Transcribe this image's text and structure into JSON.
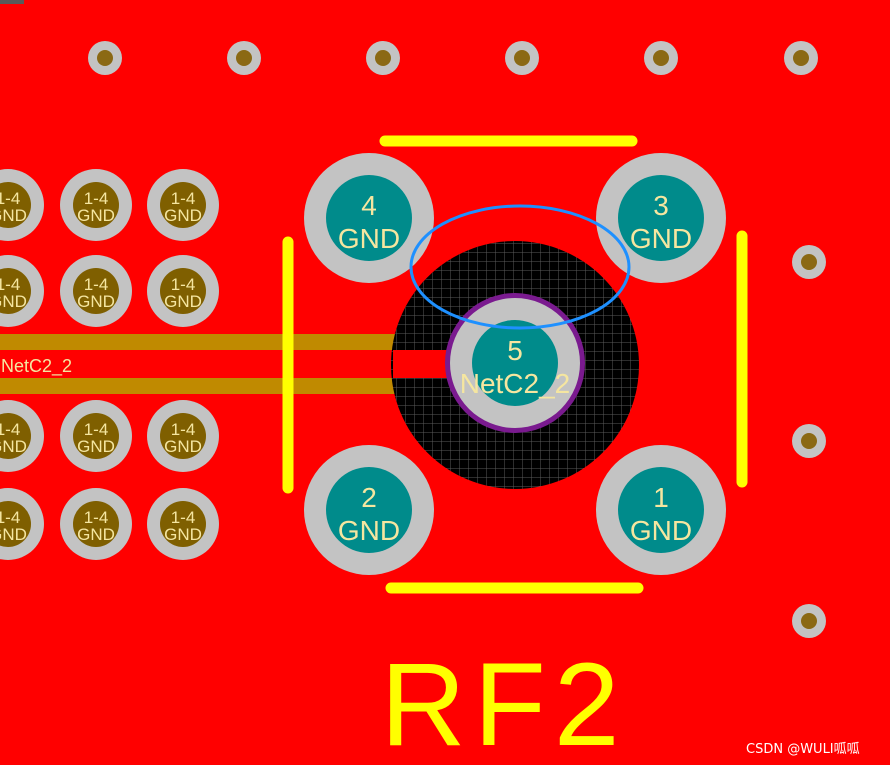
{
  "colors": {
    "board": "#ff0000",
    "via_ring": "#c3c3c3",
    "via_hole": "#8b6914",
    "small_pad": "#7f5f00",
    "large_pad": "#008b8b",
    "pad_text": "#f5e6a0",
    "silkscreen": "#ffff00",
    "trace": "#c08a00",
    "keepout": "#000000",
    "keepout_grid": "#5a5a5a",
    "center_outline": "#7a1a8f",
    "highlight_ellipse": "#1e90ff"
  },
  "small_pads": {
    "label_top": "1-4",
    "label_bottom": "GND"
  },
  "trace_label": "NetC2_2",
  "connector_pads": [
    {
      "id": "pad-4",
      "number": "4",
      "net": "GND"
    },
    {
      "id": "pad-3",
      "number": "3",
      "net": "GND"
    },
    {
      "id": "pad-2",
      "number": "2",
      "net": "GND"
    },
    {
      "id": "pad-1",
      "number": "1",
      "net": "GND"
    },
    {
      "id": "pad-5",
      "number": "5",
      "net": "NetC2_2"
    }
  ],
  "designator": "RF2",
  "watermark": "CSDN @WULI呱呱"
}
